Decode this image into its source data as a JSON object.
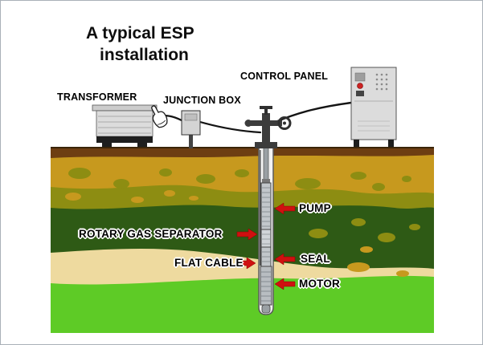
{
  "title": {
    "line1": "A typical ESP",
    "line2": "installation"
  },
  "surface_labels": {
    "transformer": "TRANSFORMER",
    "junction_box": "JUNCTION BOX",
    "control_panel": "CONTROL PANEL"
  },
  "component_labels": {
    "pump": "PUMP",
    "rotary_gas_separator": "ROTARY GAS SEPARATOR",
    "flat_cable": "FLAT CABLE",
    "seal": "SEAL",
    "motor": "MOTOR"
  },
  "icons": {
    "hand_cursor": "pointing-hand",
    "valve_wheel": "wellhead-valve-wheel"
  },
  "colors": {
    "arrow_red": "#d01010",
    "topsoil_brown": "#6d3e12",
    "sand_gold": "#c7991e",
    "olive_band": "#8d8d12",
    "pay_zone_green": "#2e5a15",
    "tan_layer": "#eeda9f",
    "grass_green": "#5ecb26",
    "equipment_gray": "#dcdcdc"
  }
}
